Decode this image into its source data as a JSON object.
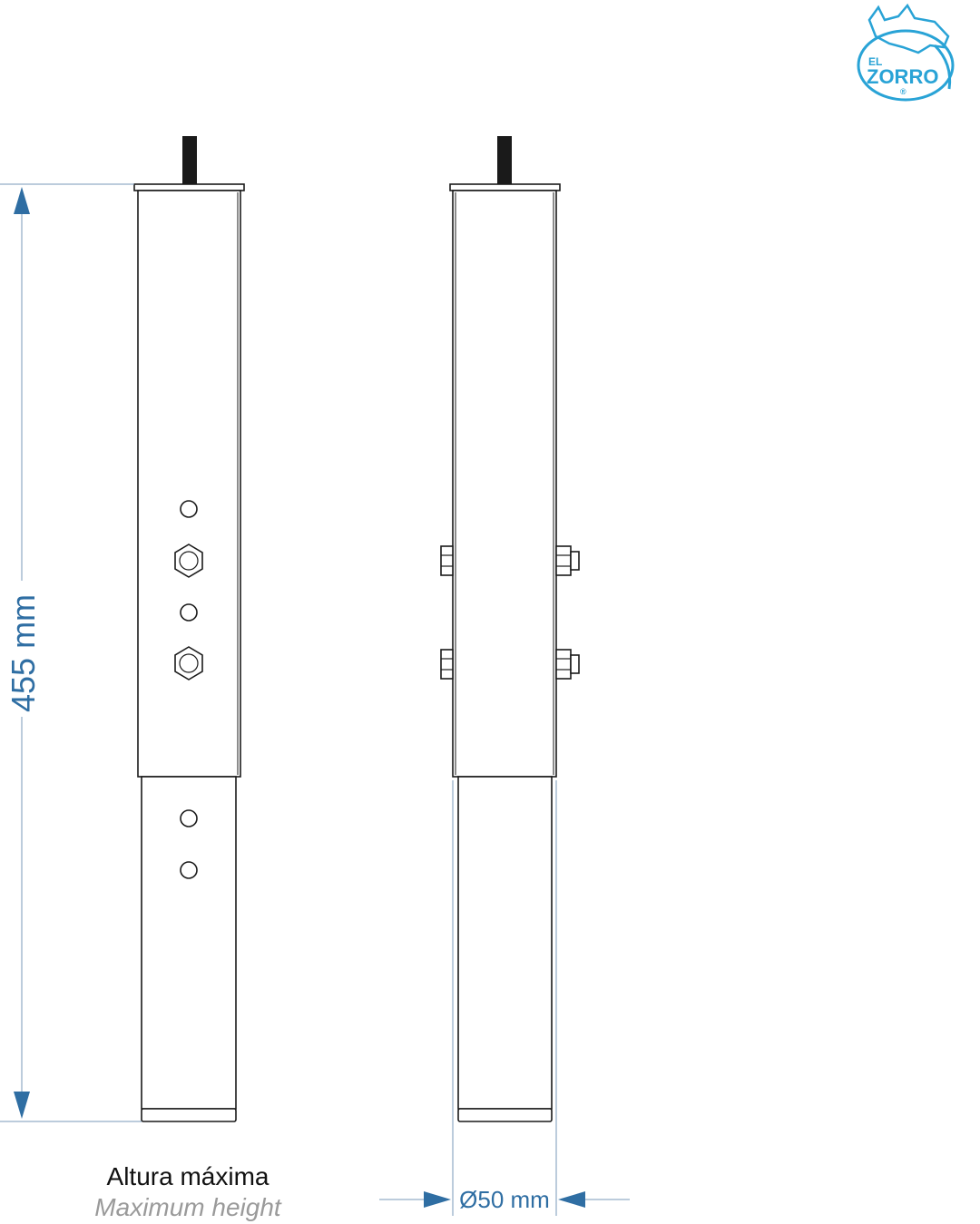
{
  "logo": {
    "top": "EL",
    "name": "ZORRO",
    "registered": "®",
    "color": "#29a3d6"
  },
  "dimensions": {
    "height_label": "455 mm",
    "diameter_label": "Ø50 mm",
    "color": "#2f6ea3"
  },
  "caption": {
    "spanish": "Altura máxima",
    "english": "Maximum height"
  }
}
